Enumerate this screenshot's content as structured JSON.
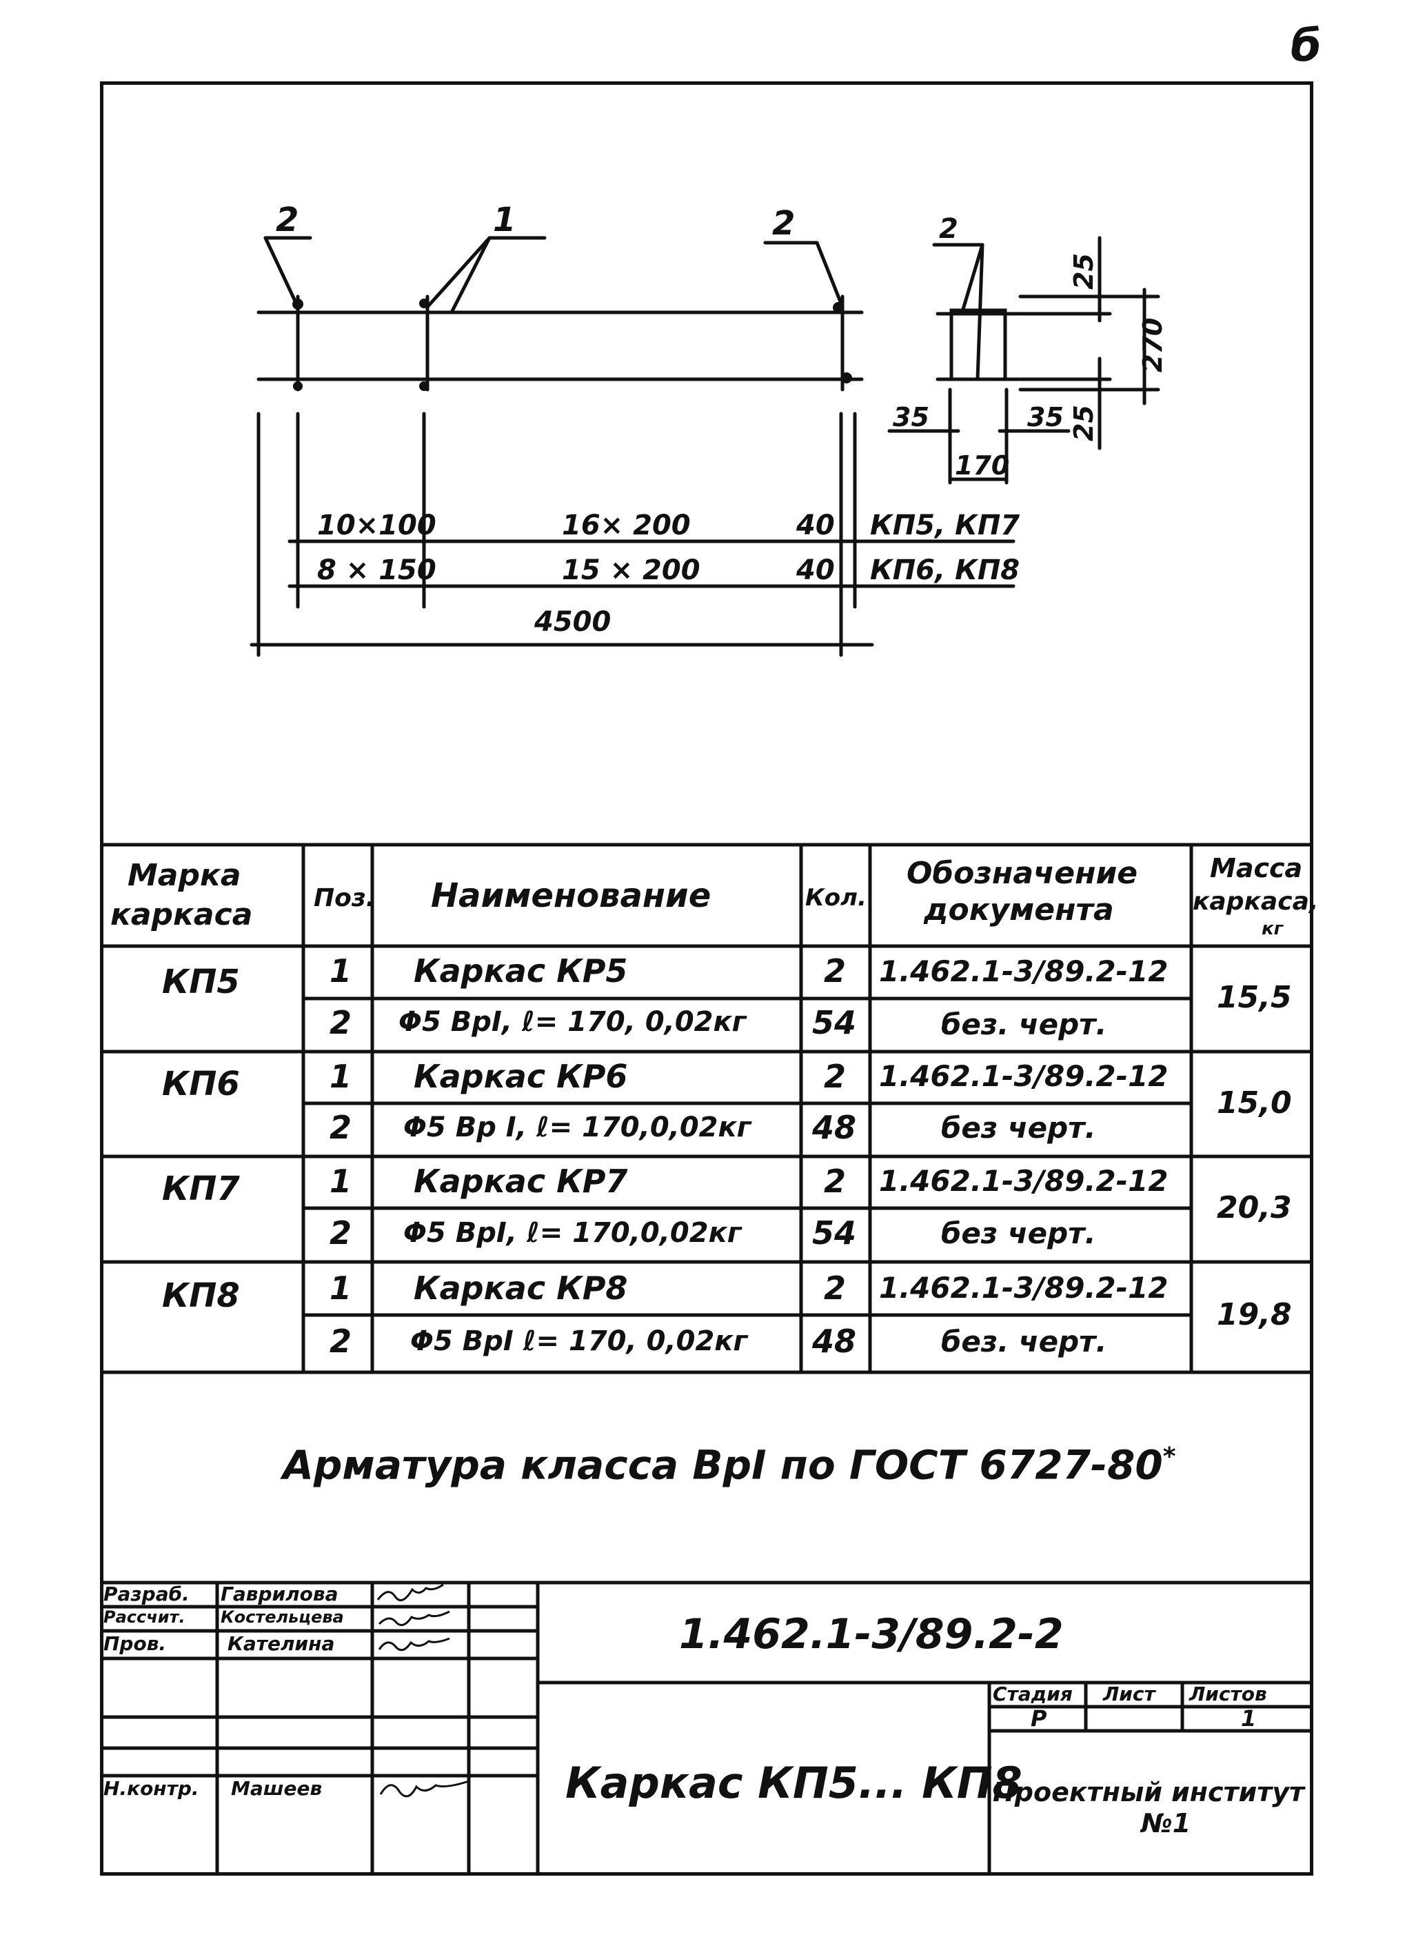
{
  "page_corner_mark": "б",
  "drawing": {
    "pos_labels": [
      "2",
      "1",
      "2",
      "2"
    ],
    "cross_section": {
      "dim_top": "25",
      "dim_height": "270",
      "dim_bottom": "25",
      "dim_left": "35",
      "dim_right": "35",
      "dim_width": "170"
    },
    "dim_rows": [
      {
        "a": "10×100",
        "b": "16× 200",
        "c": "40",
        "marks": "КП5, КП7"
      },
      {
        "a": "8 × 150",
        "b": "15  × 200",
        "c": "40",
        "marks": "КП6, КП8"
      }
    ],
    "total_length": "4500"
  },
  "spec_table": {
    "headers": {
      "mark": [
        "Марка",
        "каркаса"
      ],
      "pos": "Поз.",
      "name": "Наименование",
      "qty": "Кол.",
      "doc": [
        "Обозначение",
        "документа"
      ],
      "mass": [
        "Масса",
        "каркаса,",
        "кг"
      ]
    },
    "groups": [
      {
        "mark": "КП5",
        "mass": "15,5",
        "rows": [
          {
            "pos": "1",
            "name": "Каркас КР5",
            "qty": "2",
            "doc": "1.462.1-3/89.2-12"
          },
          {
            "pos": "2",
            "name": "Φ5 ВрⅠ,  ℓ= 170, 0,02кг",
            "qty": "54",
            "doc": "без. черт."
          }
        ]
      },
      {
        "mark": "КП6",
        "mass": "15,0",
        "rows": [
          {
            "pos": "1",
            "name": "Каркас  КР6",
            "qty": "2",
            "doc": "1.462.1-3/89.2-12"
          },
          {
            "pos": "2",
            "name": "Φ5 Вр Ⅰ,  ℓ= 170,0,02кг",
            "qty": "48",
            "doc": "без  черт."
          }
        ]
      },
      {
        "mark": "КП7",
        "mass": "20,3",
        "rows": [
          {
            "pos": "1",
            "name": "Каркас  КР7",
            "qty": "2",
            "doc": "1.462.1-3/89.2-12"
          },
          {
            "pos": "2",
            "name": "Φ5 ВрⅠ,  ℓ= 170,0,02кг",
            "qty": "54",
            "doc": "без  черт."
          }
        ]
      },
      {
        "mark": "КП8",
        "mass": "19,8",
        "rows": [
          {
            "pos": "1",
            "name": "Каркас  КР8",
            "qty": "2",
            "doc": "1.462.1-3/89.2-12"
          },
          {
            "pos": "2",
            "name": "Φ5 ВрⅠ  ℓ= 170, 0,02кг",
            "qty": "48",
            "doc": "без. черт."
          }
        ]
      }
    ]
  },
  "note": {
    "text": "Арматура класса ВрⅠ по ГОСТ 6727-80",
    "superscript": "*"
  },
  "title_block": {
    "roles": [
      {
        "role": "Разраб.",
        "name": "Гаврилова"
      },
      {
        "role": "Рассчит.",
        "name": "Костельцева"
      },
      {
        "role": "Пров.",
        "name": "Кателина"
      },
      {
        "role": "",
        "name": ""
      },
      {
        "role": "",
        "name": ""
      },
      {
        "role": "",
        "name": ""
      },
      {
        "role": "Н.контр.",
        "name": "Машеев"
      }
    ],
    "doc_code": "1.462.1-3/89.2-2",
    "title": "Каркас КП5... КП8",
    "stage_header": "Стадия",
    "sheet_header": "Лист",
    "sheets_header": "Листов",
    "stage_value": "Р",
    "sheets_value": "1",
    "organization": [
      "Проектный институт",
      "№1"
    ]
  }
}
